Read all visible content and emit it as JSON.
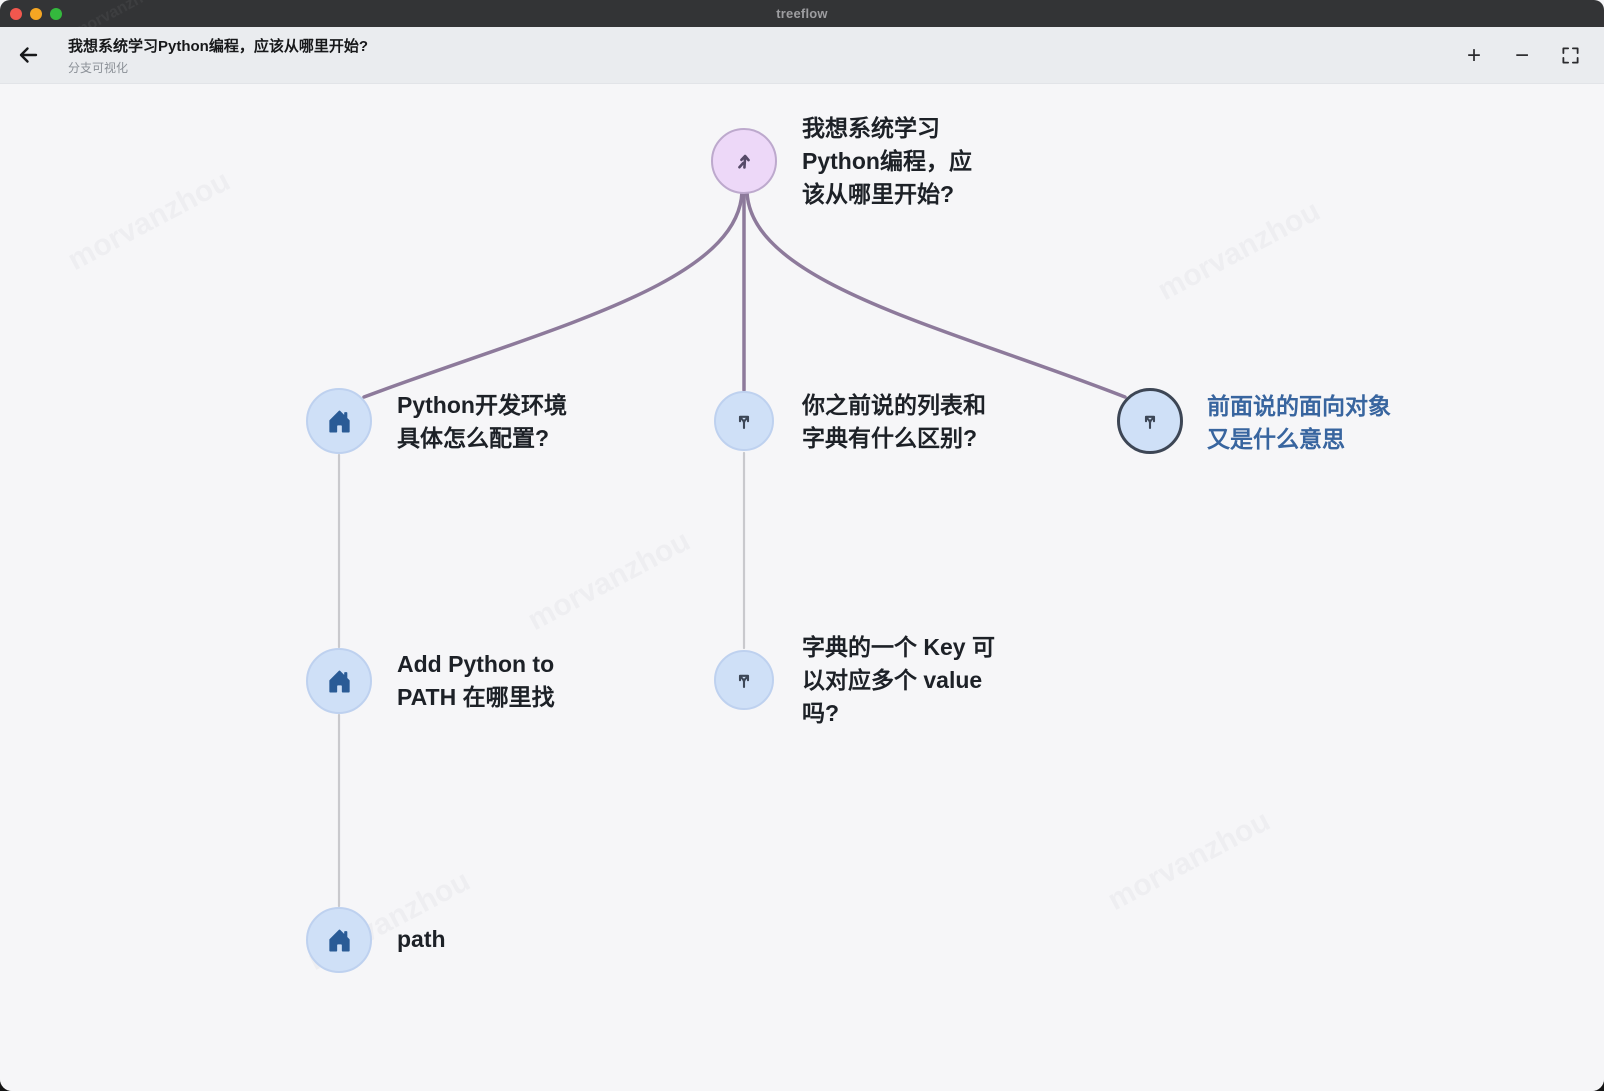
{
  "window": {
    "titlebar": {
      "app_title": "treeflow",
      "traffic_lights": {
        "close": "#f1574e",
        "minimize": "#f5a623",
        "zoom": "#34b93d"
      }
    },
    "header": {
      "title": "我想系统学习Python编程，应该从哪里开始?",
      "subtitle": "分支可视化",
      "controls": {
        "zoom_in": "+",
        "zoom_out": "−",
        "fit_view": "fit-view-icon"
      }
    }
  },
  "colors": {
    "canvas_bg": "#f6f6f8",
    "header_bg": "#eaecef",
    "titlebar_bg": "#333436",
    "root_node_fill": "#edd8f8",
    "root_node_border": "#bda9cd",
    "node_fill": "#cfe0f7",
    "node_border": "#bed1ef",
    "selected_node_border": "#3d4655",
    "edge_purple": "#8d7a9b",
    "edge_gray": "#c9c9cd",
    "home_icon": "#2a5b96",
    "branch_icon": "#3d4757",
    "root_icon": "#564a68",
    "text_dark": "#1d2127",
    "text_blue": "#38659f"
  },
  "watermark": "morvanzhou",
  "tree": {
    "nodes": [
      {
        "id": "root",
        "icon": "trunk",
        "selected": false,
        "lines": [
          "我想系统学习",
          "Python编程，应",
          "该从哪里开始?"
        ]
      },
      {
        "id": "n1",
        "icon": "home",
        "selected": false,
        "lines": [
          "Python开发环境",
          "具体怎么配置?"
        ]
      },
      {
        "id": "n2",
        "icon": "split",
        "selected": false,
        "lines": [
          "你之前说的列表和",
          "字典有什么区别?"
        ]
      },
      {
        "id": "n3",
        "icon": "split",
        "selected": true,
        "lines": [
          "前面说的面向对象",
          "又是什么意思"
        ]
      },
      {
        "id": "n4",
        "icon": "home",
        "selected": false,
        "lines": [
          "Add Python to",
          "PATH 在哪里找"
        ]
      },
      {
        "id": "n5",
        "icon": "split",
        "selected": false,
        "lines": [
          "字典的一个 Key 可",
          "以对应多个 value",
          "吗?"
        ]
      },
      {
        "id": "n6",
        "icon": "home",
        "selected": false,
        "lines": [
          "path"
        ]
      }
    ],
    "edges": [
      {
        "from": "root",
        "to": "n1",
        "style": "purple-curve"
      },
      {
        "from": "root",
        "to": "n2",
        "style": "purple-straight"
      },
      {
        "from": "root",
        "to": "n3",
        "style": "purple-curve"
      },
      {
        "from": "n1",
        "to": "n4",
        "style": "gray-straight"
      },
      {
        "from": "n2",
        "to": "n5",
        "style": "gray-straight"
      },
      {
        "from": "n4",
        "to": "n6",
        "style": "gray-straight"
      }
    ]
  }
}
